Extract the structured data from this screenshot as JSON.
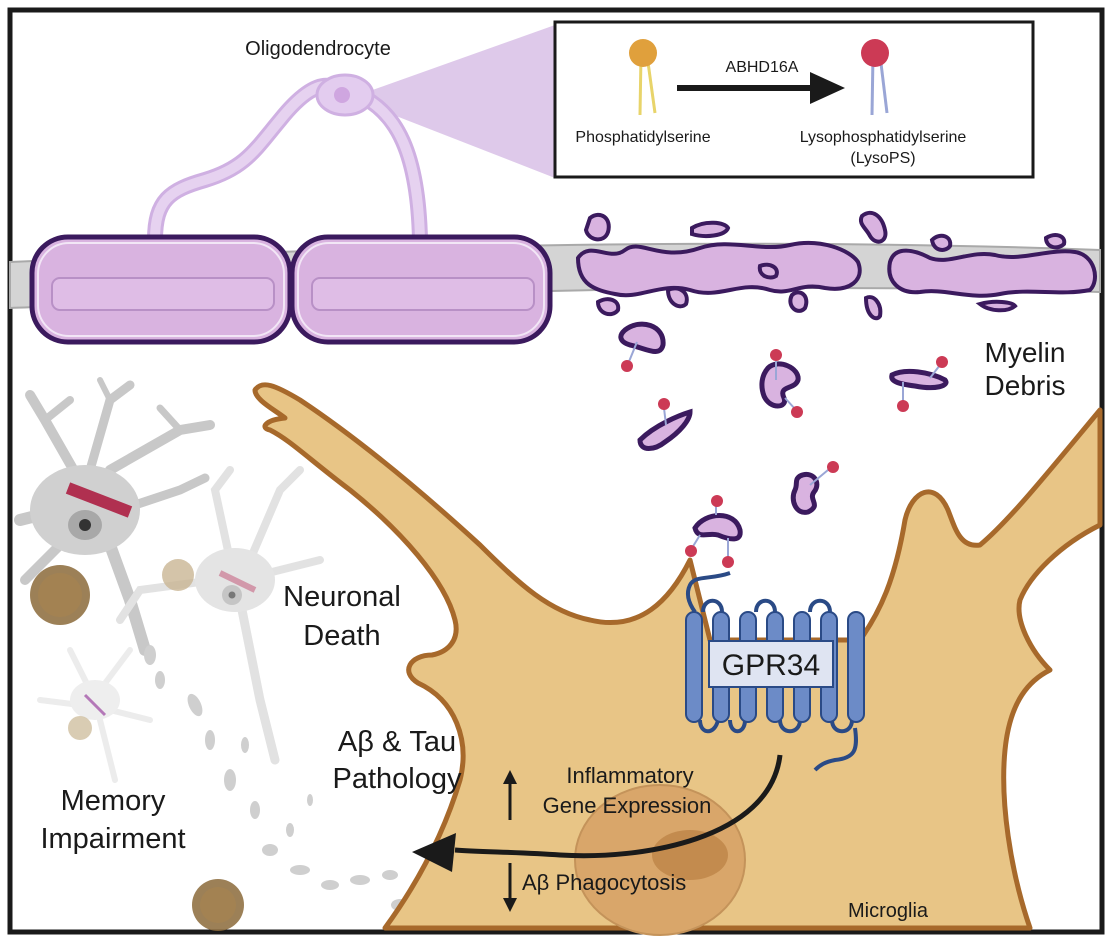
{
  "figure": {
    "type": "graphical-abstract",
    "colors": {
      "frame": "#1a1a1a",
      "myelin_fill": "#d9b3e0",
      "myelin_outline": "#3b1a5e",
      "axon": "#c8c8c8",
      "microglia_fill": "#e8c586",
      "microglia_outline": "#a7692b",
      "nucleus": "#d9a66a",
      "receptor": "#6c8bc7",
      "receptor_outline": "#2a4a86",
      "lysops_head": "#cc3a55",
      "ps_head": "#e0a03c",
      "ps_tail": "#e8d46a",
      "lysops_tail": "#9aa6d6",
      "neuron": "#c8c8c8",
      "tangle": "#8b6a3a"
    }
  },
  "labels": {
    "oligodendrocyte": "Oligodendrocyte",
    "myelin_debris_line1": "Myelin",
    "myelin_debris_line2": "Debris",
    "neuronal_death_line1": "Neuronal",
    "neuronal_death_line2": "Death",
    "pathology_line1": "Aβ & Tau",
    "pathology_line2": "Pathology",
    "memory_line1": "Memory",
    "memory_line2": "Impairment",
    "receptor": "GPR34",
    "inflammatory_line1": "Inflammatory",
    "inflammatory_line2": "Gene Expression",
    "phagocytosis": "Aβ Phagocytosis",
    "microglia": "Microglia"
  },
  "inset": {
    "enzyme": "ABHD16A",
    "substrate": "Phosphatidylserine",
    "product_line1": "Lysophosphatidylserine",
    "product_line2": "(LysoPS)"
  },
  "effects": [
    {
      "direction": "up",
      "label_ref": "inflammatory"
    },
    {
      "direction": "down",
      "label_ref": "phagocytosis"
    }
  ]
}
